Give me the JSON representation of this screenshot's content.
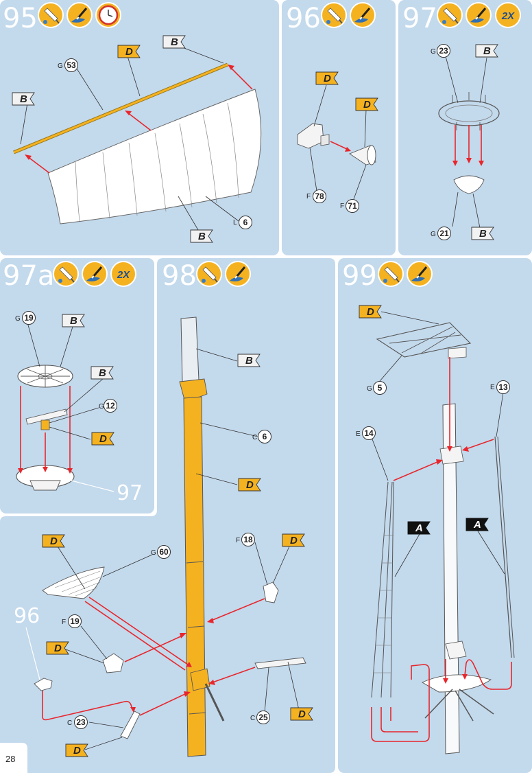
{
  "page": {
    "number": "28"
  },
  "colors": {
    "panel_bg": "#c3d9ec",
    "mast": "#f5b220",
    "arrow": "#e8262c",
    "flag_d": "#f5b220",
    "flag_b": "#f2f2f2",
    "flag_a": "#111111"
  },
  "icons": [
    "glue-icon",
    "paint-brush-icon",
    "clock-icon"
  ],
  "steps": [
    {
      "number": "95",
      "icons": [
        "glue-icon",
        "paint-brush-icon",
        "clock-icon"
      ],
      "parts": [
        {
          "prefix": "G",
          "num": "53"
        },
        {
          "prefix": "L",
          "num": "6"
        }
      ],
      "flags": [
        "D",
        "B",
        "B",
        "B"
      ]
    },
    {
      "number": "96",
      "icons": [
        "glue-icon",
        "paint-brush-icon"
      ],
      "parts": [
        {
          "prefix": "F",
          "num": "78"
        },
        {
          "prefix": "F",
          "num": "71"
        }
      ],
      "flags": [
        "D",
        "D"
      ]
    },
    {
      "number": "97",
      "icons": [
        "glue-icon",
        "paint-brush-icon"
      ],
      "multiplier": "2X",
      "parts": [
        {
          "prefix": "G",
          "num": "23"
        },
        {
          "prefix": "G",
          "num": "21"
        }
      ],
      "flags": [
        "B",
        "B"
      ]
    },
    {
      "number": "97a",
      "icons": [
        "glue-icon",
        "paint-brush-icon"
      ],
      "multiplier": "2X",
      "parts": [
        {
          "prefix": "G",
          "num": "19"
        },
        {
          "prefix": "G",
          "num": "12"
        }
      ],
      "flags": [
        "B",
        "B",
        "D"
      ],
      "reference": "97"
    },
    {
      "number": "98",
      "icons": [
        "glue-icon",
        "paint-brush-icon"
      ],
      "parts": [
        {
          "prefix": "C",
          "num": "6"
        },
        {
          "prefix": "G",
          "num": "60"
        },
        {
          "prefix": "F",
          "num": "18"
        },
        {
          "prefix": "F",
          "num": "19"
        },
        {
          "prefix": "C",
          "num": "23"
        },
        {
          "prefix": "C",
          "num": "25"
        }
      ],
      "flags": [
        "B",
        "D",
        "D",
        "D",
        "D",
        "D",
        "D"
      ],
      "reference": "96"
    },
    {
      "number": "99",
      "icons": [
        "glue-icon",
        "paint-brush-icon"
      ],
      "parts": [
        {
          "prefix": "G",
          "num": "5"
        },
        {
          "prefix": "E",
          "num": "13"
        },
        {
          "prefix": "E",
          "num": "14"
        }
      ],
      "flags": [
        "D",
        "A",
        "A"
      ]
    }
  ]
}
